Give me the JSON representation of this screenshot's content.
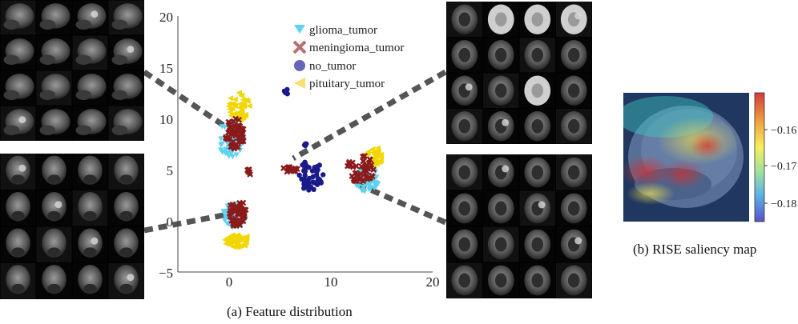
{
  "captions": {
    "feature_distribution": "(a) Feature distribution",
    "saliency": "(b) RISE saliency map"
  },
  "chart_data": [
    {
      "type": "scatter",
      "title": "",
      "xlabel": "",
      "ylabel": "",
      "xlim": [
        -5,
        20
      ],
      "ylim": [
        -5,
        20
      ],
      "xticks": [
        "0",
        "10",
        "20"
      ],
      "yticks": [
        "20",
        "15",
        "10",
        "5",
        "0",
        "−5"
      ],
      "grid": false,
      "legend_position": "top-center",
      "series": [
        {
          "name": "glioma_tumor",
          "color": "#5fd3f0",
          "marker": "triangle-down",
          "clusters": [
            {
              "cx": 0.2,
              "cy": 8.0,
              "rx": 1.3,
              "ry": 1.8,
              "n": 60
            },
            {
              "cx": 0.5,
              "cy": 0.5,
              "rx": 1.2,
              "ry": 1.2,
              "n": 40
            },
            {
              "cx": 13.5,
              "cy": 4.0,
              "rx": 1.3,
              "ry": 1.2,
              "n": 40
            }
          ]
        },
        {
          "name": "meningioma_tumor",
          "color": "#8b1a1a",
          "marker": "x",
          "clusters": [
            {
              "cx": 0.6,
              "cy": 8.5,
              "rx": 1.0,
              "ry": 1.5,
              "n": 60
            },
            {
              "cx": 0.8,
              "cy": 0.8,
              "rx": 0.9,
              "ry": 1.4,
              "n": 55
            },
            {
              "cx": 6.0,
              "cy": 5.0,
              "rx": 0.8,
              "ry": 0.3,
              "n": 15
            },
            {
              "cx": 2.0,
              "cy": 4.8,
              "rx": 0.2,
              "ry": 0.3,
              "n": 6
            },
            {
              "cx": 13.0,
              "cy": 5.0,
              "rx": 1.4,
              "ry": 1.4,
              "n": 45
            }
          ]
        },
        {
          "name": "no_tumor",
          "color": "#1a1a8b",
          "marker": "circle",
          "clusters": [
            {
              "cx": 8.0,
              "cy": 4.5,
              "rx": 1.3,
              "ry": 1.6,
              "n": 45
            },
            {
              "cx": 5.6,
              "cy": 12.6,
              "rx": 0.2,
              "ry": 0.3,
              "n": 5
            },
            {
              "cx": 7.5,
              "cy": 7.5,
              "rx": 0.2,
              "ry": 0.3,
              "n": 4
            }
          ]
        },
        {
          "name": "pituitary_tumor",
          "color": "#f2d600",
          "marker": "triangle-left",
          "clusters": [
            {
              "cx": 1.0,
              "cy": 11.2,
              "rx": 1.1,
              "ry": 1.4,
              "n": 50
            },
            {
              "cx": 0.8,
              "cy": -1.9,
              "rx": 1.3,
              "ry": 0.7,
              "n": 60
            },
            {
              "cx": 14.2,
              "cy": 6.3,
              "rx": 0.8,
              "ry": 1.0,
              "n": 35
            }
          ]
        }
      ]
    },
    {
      "type": "heatmap",
      "title": "",
      "colorbar_ticks": [
        "−0.16",
        "−0.17",
        "−0.18"
      ],
      "colorbar_range": [
        -0.185,
        -0.152
      ]
    }
  ],
  "thumbnail_groups": [
    {
      "name": "sagittal-top-left"
    },
    {
      "name": "coronal-bottom-left"
    },
    {
      "name": "axial-top-right"
    },
    {
      "name": "axial-bottom-right"
    }
  ]
}
